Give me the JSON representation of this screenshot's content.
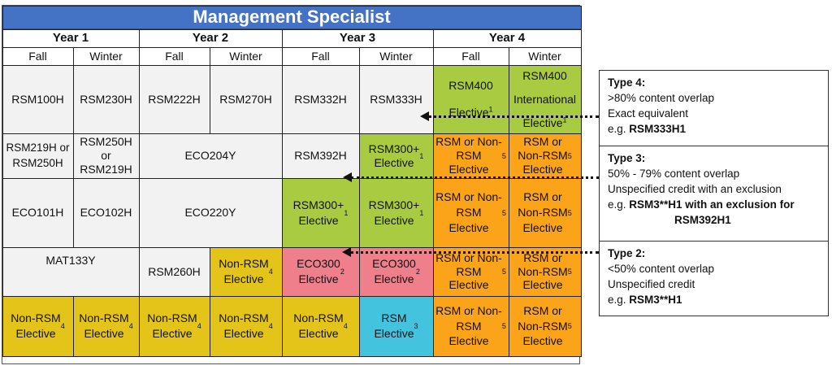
{
  "title": "Management Specialist",
  "years": [
    "Year 1",
    "Year 2",
    "Year 3",
    "Year 4"
  ],
  "terms": [
    "Fall",
    "Winter",
    "Fall",
    "Winter",
    "Fall",
    "Winter",
    "Fall",
    "Winter"
  ],
  "rows": {
    "row1": {
      "rsm100h": "RSM100H",
      "rsm230h": "RSM230H",
      "rsm222h": "RSM222H",
      "rsm270h": "RSM270H",
      "rsm332h": "RSM332H",
      "rsm333h": "RSM333H",
      "y4_fall_top": "RSM400",
      "y4_fall_bottom": "Elective",
      "y4_fall_sup": "1",
      "y4_winter_top": "RSM400",
      "y4_winter_mid": "International",
      "y4_winter_bottom": "Elective",
      "y4_winter_sup": "1"
    },
    "row2": {
      "y1_fall": "RSM219H or\nRSM250H",
      "y1_winter": "RSM250H\nor\nRSM219H",
      "eco204y": "ECO204Y",
      "rsm392h": "RSM392H",
      "y3_winter": "RSM300+\nElective",
      "y3_winter_sup": "1",
      "y4_fall": "RSM or Non-\nRSM\nElective",
      "y4_fall_sup": "5",
      "y4_winter": "RSM or\nNon-RSM\nElective",
      "y4_winter_sup": "5"
    },
    "row3": {
      "eco101h": "ECO101H",
      "eco102h": "ECO102H",
      "eco220y": "ECO220Y",
      "y3_fall": "RSM300+\nElective",
      "y3_fall_sup": "1",
      "y3_winter": "RSM300+\nElective",
      "y3_winter_sup": "1",
      "y4_fall": "RSM or Non-\nRSM\nElective",
      "y4_fall_sup": "5",
      "y4_winter": "RSM or\nNon-RSM\nElective",
      "y4_winter_sup": "5"
    },
    "row4": {
      "mat133y": "MAT133Y",
      "rsm260h": "RSM260H",
      "y2_winter": "Non-RSM\nElective",
      "y2_winter_sup": "4",
      "y3_fall": "ECO300\nElective",
      "y3_fall_sup": "2",
      "y3_winter": "ECO300\nElective",
      "y3_winter_sup": "2",
      "y4_fall": "RSM or Non-\nRSM\nElective",
      "y4_fall_sup": "5",
      "y4_winter": "RSM or\nNon-RSM\nElective",
      "y4_winter_sup": "5"
    },
    "row5": {
      "y1_fall": "Non-RSM\nElective",
      "y1_fall_sup": "4",
      "y1_winter": "Non-RSM\nElective",
      "y1_winter_sup": "4",
      "y2_fall": "Non-RSM\nElective",
      "y2_fall_sup": "4",
      "y2_winter": "Non-RSM\nElective",
      "y2_winter_sup": "4",
      "y3_fall": "Non-RSM\nElective",
      "y3_fall_sup": "4",
      "y3_winter": "RSM\nElective",
      "y3_winter_sup": "3",
      "y4_fall": "RSM or Non-\nRSM\nElective",
      "y4_fall_sup": "5",
      "y4_winter": "RSM or\nNon-RSM\nElective",
      "y4_winter_sup": "5"
    }
  },
  "legend": {
    "type4": {
      "heading": "Type 4:",
      "line1": ">80% content overlap",
      "line2": "Exact equivalent",
      "example_prefix": "e.g. ",
      "example_bold": "RSM333H1"
    },
    "type3": {
      "heading": "Type 3:",
      "line1": "50% - 79% content overlap",
      "line2": "Unspecified credit  with an exclusion",
      "example_prefix": "e.g. ",
      "example_bold": "RSM3**H1 with an exclusion for",
      "example_bold2": "RSM392H1"
    },
    "type2": {
      "heading": "Type 2:",
      "line1": "<50% content overlap",
      "line2": "Unspecified credit",
      "example_prefix": "e.g. ",
      "example_bold": "RSM3**H1"
    }
  },
  "colors": {
    "title_bg": "#4472c4",
    "core": "#f2f2f2",
    "rsm_elective": "#a9cb42",
    "non_rsm_elective": "#e4c418",
    "rsm_or_non_rsm": "#fba319",
    "eco300": "#ef7f8a",
    "rsm_elective_cyan": "#43c3dd"
  }
}
